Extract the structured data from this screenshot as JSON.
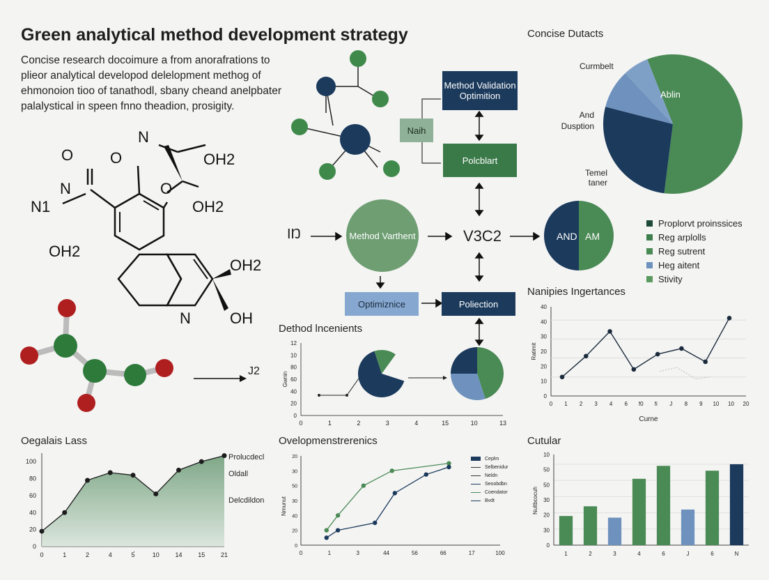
{
  "title": "Green analytical method development strategy",
  "intro": [
    "Concise research docoimure a from anorafrations to",
    "plieor analytical developod delelopment methog of",
    "ehmonoion tioo of tanathodl, sbany cheand anelpbater",
    "palalystical in speen fnno theadion, prosigity."
  ],
  "molecules": {
    "m1": {
      "n_top": "N",
      "o_left": "O",
      "oh2_top": "OH2",
      "n_left": "N1",
      "o_mid": "O",
      "oh2_right": "OH2",
      "oh2_bottom": "OH2"
    },
    "m2": {
      "oh2": "OH2",
      "n": "N",
      "oh": "OH"
    },
    "arrow_label": "J2"
  },
  "flow": {
    "input_label": "IŊ",
    "method_variant": "Method Varthent",
    "optimize": "Optimiznice",
    "validation_box": "Method Validation Optimition",
    "naih": "Naih",
    "polchart": "Polcblart",
    "formula": "V3C2",
    "pollution": "Poliection",
    "and_am_left": "AND",
    "and_am_right": "AM"
  },
  "concise": {
    "heading": "Concise Dutacts",
    "labels": {
      "top": "Curmbelt",
      "mid": "And Dusption",
      "bottom": "Temel taner",
      "slice": "Ablin"
    },
    "colors": {
      "green": "#4a8a55",
      "dark": "#1b3a5c",
      "blue": "#6e92bd",
      "light": "#8fb197"
    }
  },
  "legend": [
    {
      "label": "Proplorvt proinssices",
      "color": "#1e4a3a"
    },
    {
      "label": "Reg arplolls",
      "color": "#3f7e4d"
    },
    {
      "label": "Reg sutrent",
      "color": "#4a8a55"
    },
    {
      "label": "Heg aitent",
      "color": "#6e92bd"
    },
    {
      "label": "Stivity",
      "color": "#5a9a5f"
    }
  ],
  "dethod": {
    "heading": "Dethod lncenients",
    "ylabel": "Gwnin"
  },
  "oegalais": {
    "heading": "Oegalais Lass",
    "labels": [
      "Prolucdecl",
      "Oldall",
      "Delcdildon"
    ]
  },
  "develop": {
    "heading": "Ovelopmenstrerenics",
    "ylabel": "Nmunut",
    "legend": [
      "Ceplm",
      "Selbenidur",
      "Neldn",
      "Seoobdbn",
      "Coendator",
      "Bvdt"
    ]
  },
  "naniples": {
    "heading": "Nanipies Ingertances",
    "ylabel": "Ratimit",
    "xlabel": "Curne"
  },
  "cutular": {
    "heading": "Cutular",
    "ylabel": "Nultbcocuh"
  },
  "chart_data": [
    {
      "type": "pie",
      "title": "Concise Dutacts",
      "slices": [
        {
          "label": "Ablin",
          "value": 58,
          "color": "#4a8a55"
        },
        {
          "label": "",
          "value": 27,
          "color": "#1b3a5c"
        },
        {
          "label": "Temel taner",
          "value": 9,
          "color": "#6e92bd"
        },
        {
          "label": "And Dusption",
          "value": 6,
          "color": "#6e92bd"
        }
      ]
    },
    {
      "type": "pie",
      "slices": [
        {
          "label": "AND",
          "value": 50,
          "color": "#1b3a5c"
        },
        {
          "label": "AM",
          "value": 50,
          "color": "#4a8a55"
        }
      ]
    },
    {
      "type": "scatter",
      "title": "Dethod lncenients",
      "ylabel": "Gwnin",
      "x_ticks": [
        "0",
        "1",
        "2",
        "3",
        "4",
        "15",
        "10",
        "13"
      ],
      "y_ticks": [
        "0",
        "20",
        "40",
        "60",
        "80",
        "10",
        "12"
      ],
      "pies": [
        [
          {
            "value": 65,
            "color": "#1b3a5c"
          },
          {
            "value": 15,
            "color": "#4a8a55"
          }
        ],
        [
          {
            "value": 45,
            "color": "#4a8a55"
          },
          {
            "value": 30,
            "color": "#6e92bd"
          },
          {
            "value": 25,
            "color": "#1b3a5c"
          }
        ]
      ]
    },
    {
      "type": "area",
      "title": "Oegalais Lass",
      "x_ticks": [
        "0",
        "1",
        "2",
        "4",
        "5́",
        "10",
        "14",
        "15",
        "21"
      ],
      "y_ticks": [
        "0",
        "20",
        "40",
        "60",
        "80",
        "100"
      ],
      "ylim": [
        0,
        110
      ],
      "values": [
        18,
        40,
        78,
        87,
        84,
        62,
        90,
        100,
        107
      ]
    },
    {
      "type": "line",
      "title": "Ovelopmenstrerenics",
      "ylabel": "Nmunut",
      "x_ticks": [
        "0",
        "1",
        "3",
        "44",
        "56",
        "66",
        "17",
        "100"
      ],
      "y_ticks": [
        "0",
        "20",
        "40",
        "30",
        "50",
        "30",
        "20"
      ],
      "series": [
        {
          "name": "",
          "color": "#4a8a55",
          "points": [
            [
              0.9,
              20
            ],
            [
              1.3,
              40
            ],
            [
              2.2,
              80
            ],
            [
              3.2,
              100
            ],
            [
              5.2,
              110
            ]
          ]
        },
        {
          "name": "",
          "color": "#1b3a5c",
          "points": [
            [
              0.9,
              10
            ],
            [
              1.3,
              20
            ],
            [
              2.6,
              30
            ],
            [
              3.3,
              70
            ],
            [
              4.4,
              95
            ],
            [
              5.2,
              105
            ]
          ]
        }
      ]
    },
    {
      "type": "line",
      "title": "Nanipies Ingertances",
      "ylabel": "Ratimit",
      "xlabel": "Curne",
      "x_ticks": [
        "0",
        "1",
        "2",
        "3",
        "4",
        "6",
        "f0",
        "fi",
        "J",
        "8",
        "9",
        "10",
        "10",
        "20"
      ],
      "y_ticks": [
        "0",
        "10",
        "20",
        "20",
        "30",
        "40",
        "40"
      ],
      "ylim": [
        0,
        47
      ],
      "series": [
        {
          "name": "",
          "color": "#1b2b3c",
          "points": [
            [
              1,
              10
            ],
            [
              2,
              21
            ],
            [
              3,
              34
            ],
            [
              4,
              14
            ],
            [
              5,
              22
            ],
            [
              6,
              25
            ],
            [
              7,
              18
            ],
            [
              8,
              41
            ]
          ]
        }
      ]
    },
    {
      "type": "bar",
      "title": "Cutular",
      "ylabel": "Nultbcocuh",
      "categories": [
        "1",
        "2",
        "3",
        "4",
        "6",
        "J",
        "6",
        "N"
      ],
      "y_ticks": [
        "0",
        "30",
        "20",
        "30",
        "50",
        "50",
        "10"
      ],
      "values": [
        18,
        24,
        17,
        41,
        49,
        22,
        46,
        50
      ],
      "colors": [
        "#4a8a55",
        "#4a8a55",
        "#6e92bd",
        "#4a8a55",
        "#4a8a55",
        "#6e92bd",
        "#4a8a55",
        "#1b3a5c"
      ],
      "ylim": [
        0,
        56
      ]
    }
  ]
}
